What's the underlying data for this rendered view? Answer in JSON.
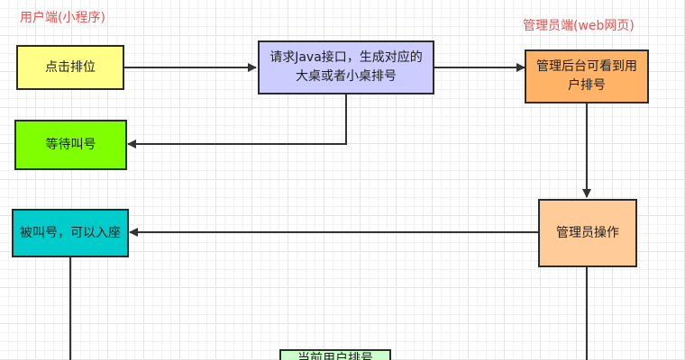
{
  "lanes": {
    "user": "用户端(小程序)",
    "admin": "管理员端(web网页)"
  },
  "nodes": {
    "click_queue": "点击排位",
    "request_api": "请求Java接口，生成对应的大桌或者小桌排号",
    "admin_view": "管理后台可看到用户排号",
    "wait_call": "等待叫号",
    "called_seat": "被叫号，可以入座",
    "admin_operate": "管理员操作",
    "current_queue": "当前用户排号"
  },
  "colors": {
    "click_queue": "#ffff88",
    "request_api": "#ccccff",
    "admin_view": "#ffb366",
    "wait_call": "#80ff00",
    "called_seat": "#00cccc",
    "admin_operate": "#ffcc99",
    "current_queue": "#ccffcc",
    "line": "#333333",
    "lane_label": "#e8524f"
  }
}
